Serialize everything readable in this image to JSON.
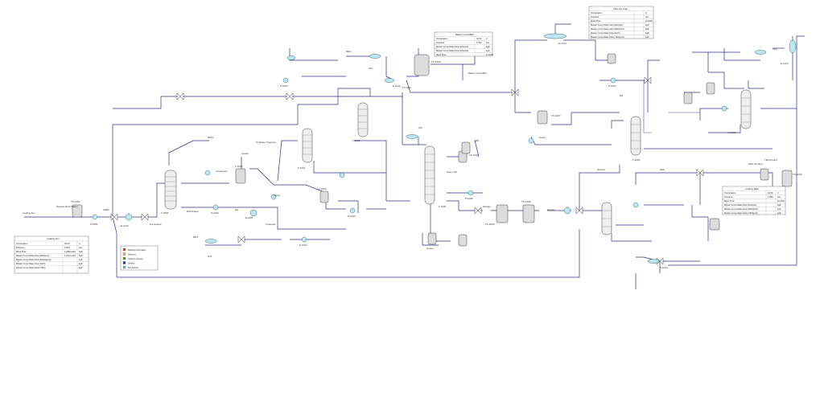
{
  "tables": [
    {
      "id": "loading-arm",
      "title": "Loading Arm",
      "rows": [
        [
          "Temperature",
          "30.00",
          "C"
        ],
        [
          "Pressure",
          "1.500",
          "bar"
        ],
        [
          "Mass Flow",
          "1.266e+004",
          "kg/h"
        ],
        [
          "Master Comp Mass Flow (Ethylene)",
          "1.217e+004",
          "kg/h"
        ],
        [
          "Master Comp Mass Flow (Ethylglycol)",
          "",
          "kg/h"
        ],
        [
          "Master Comp Mass Flow (H2O)",
          "",
          "kg/h"
        ],
        [
          "Master Comp Mass Flow (TEG)",
          "",
          "kg/h"
        ]
      ]
    },
    {
      "id": "battery-limit-meg",
      "title": "Battery Limit MEG",
      "rows": [
        [
          "Temperature",
          "40.00",
          "C"
        ],
        [
          "Pressure",
          "1.000",
          "bar"
        ],
        [
          "Master Comp Mass Flow (EGlycol)",
          "",
          "kg/h"
        ],
        [
          "Master Comp Mass Flow (EGlycol)",
          "",
          "kg/h"
        ],
        [
          "Mass Flow",
          "",
          "kmole/h"
        ]
      ]
    },
    {
      "id": "teg-top-leak",
      "title": "TEG Top Leak",
      "rows": [
        [
          "Temperature",
          "",
          "C"
        ],
        [
          "Pressure",
          "",
          "bar"
        ],
        [
          "Mass Flow",
          "",
          "kmole/h"
        ],
        [
          "Master Comp Mass Flow (EGlycol)",
          "",
          "kg/h"
        ],
        [
          "Master Comp Mass Flow (DEGlycol)",
          "",
          "kg/h"
        ],
        [
          "Master Comp Mass Flow (H2O)",
          "",
          "kg/h"
        ],
        [
          "Master Comp Mass Flow (TEGlycol)",
          "",
          "kg/h"
        ]
      ]
    },
    {
      "id": "loading-deg",
      "title": "Loading DEG",
      "rows": [
        [
          "Temperature",
          "40.00",
          "C"
        ],
        [
          "Pressure",
          "1.000",
          "bar"
        ],
        [
          "Mass Flow",
          "",
          "kmole/h"
        ],
        [
          "Master Comp Mass Flow (EGlycol)",
          "",
          "kg/h"
        ],
        [
          "Master Comp Mass Flow (DEGlycol)",
          "",
          "kg/h"
        ],
        [
          "Master Comp Mass Flow (TEGlycol)",
          "",
          "kg/h"
        ]
      ]
    }
  ],
  "legend": [
    {
      "label": "Missing Information",
      "color": "#e53935"
    },
    {
      "label": "Warning",
      "color": "#f9a825"
    },
    {
      "label": "Column Internal",
      "color": "#43a047"
    },
    {
      "label": "Solved",
      "color": "#1e3a8a"
    },
    {
      "label": "Not Solved",
      "color": "#4fc3f7"
    }
  ],
  "labels": {
    "loading_arm_feed": "Loading Arm",
    "recycle_flash": "Recycle Flash Steam",
    "v1001": "TK-1001",
    "p1001": "P-1001",
    "e1010": "E-1010",
    "feed": "FEED",
    "preheated": "Pre-Heated",
    "t1001": "T-1001",
    "dehydrated": "Dehydrated",
    "p1002": "P-1002",
    "eg": "EG",
    "ghx1": "E-1001",
    "crude_eg": "Crude EG",
    "t1002": "T-1002",
    "t1003": "T-1003",
    "d1003": "D-1003",
    "t1004": "T-1004",
    "tk1003": "TK-1003",
    "tk1004": "TK-1004",
    "e1011": "E-1011",
    "meg": "MEG",
    "battery_limit_meg": "Battery Limit MEG",
    "deg": "DEG",
    "teg": "TEG",
    "e1012": "E-1012",
    "t1005": "T-1005",
    "t1006": "T-1006",
    "heavy": "Heavy",
    "cooled": "Cooled",
    "to_waste": "To Waste Treatment",
    "condensed": "Condensed",
    "reflux": "Reflux",
    "steam": "Steam",
    "mp_steam": "MPS",
    "lps": "LPS",
    "storage": "Storage",
    "product": "Product",
    "heavy_tail": "Heavy Tail",
    "recycle": "Recycle",
    "deg_product": "DEG Product",
    "teg_product": "TEG Product",
    "v1002": "V-1002",
    "v1003": "V-1003",
    "p1003": "P-1003",
    "p1004": "P-1004",
    "p1005": "P-1005",
    "p1006": "P-1006",
    "p1007": "P-1007",
    "e1013": "E-1013",
    "e1014": "E-1014",
    "cw": "CW",
    "vac": "VAC",
    "ms": "MS",
    "tk1005": "TK-1005",
    "tk1006": "TK-1006",
    "tk1007": "TK-1007",
    "tk1008": "TK-1008"
  }
}
